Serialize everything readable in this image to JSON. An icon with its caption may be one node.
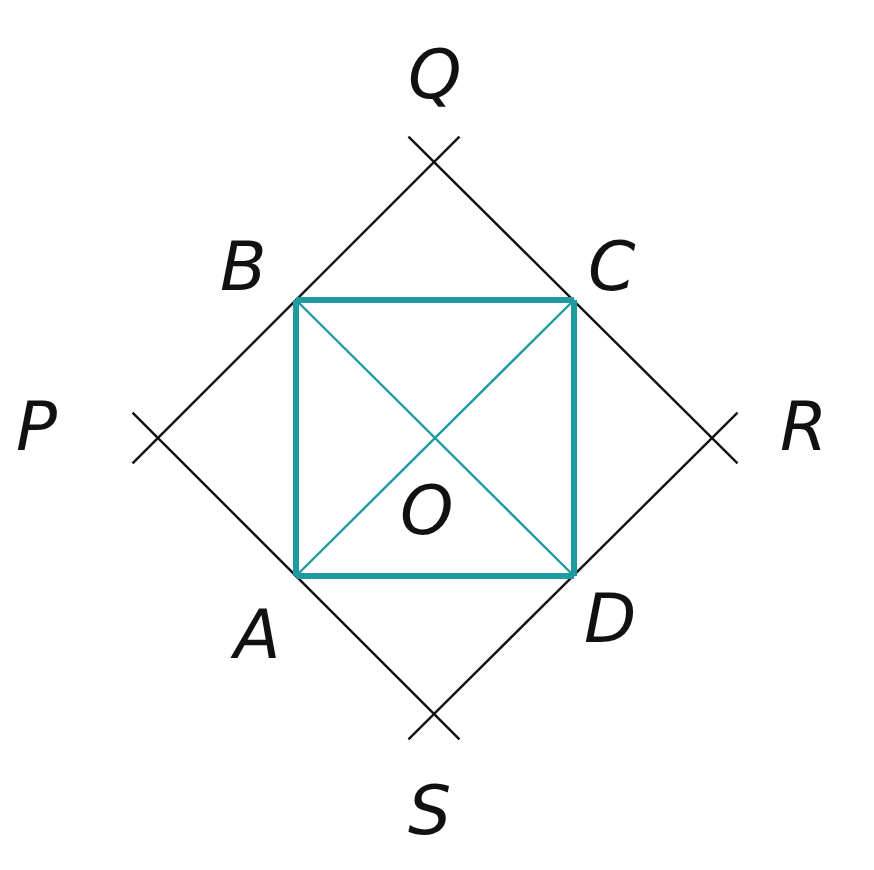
{
  "diagram": {
    "nodes": [
      {
        "text": [
          "Q"
        ]
      },
      {
        "text": [
          "B"
        ]
      },
      {
        "text": [
          "C"
        ]
      },
      {
        "text": [
          "P"
        ]
      },
      {
        "text": [
          "R"
        ]
      },
      {
        "text": [
          "A"
        ]
      },
      {
        "text": [
          "D"
        ]
      },
      {
        "text": [
          "S"
        ]
      }
    ],
    "edges": [
      {
        "from": 3,
        "to": 0,
        "arrow": "none",
        "color": "#111111"
      },
      {
        "from": 0,
        "to": 4,
        "arrow": "none",
        "color": "#111111"
      },
      {
        "from": 4,
        "to": 7,
        "arrow": "none",
        "color": "#111111"
      },
      {
        "from": 7,
        "to": 3,
        "arrow": "none",
        "color": "#111111"
      },
      {
        "from": 5,
        "to": 1,
        "arrow": "none",
        "style": "thick"
      },
      {
        "from": 1,
        "to": 2,
        "arrow": "none",
        "style": "thick"
      },
      {
        "from": 2,
        "to": 6,
        "arrow": "none",
        "style": "thick"
      },
      {
        "from": 6,
        "to": 5,
        "arrow": "none",
        "style": "thick"
      },
      {
        "from": 5,
        "to": 2,
        "arrow": "none"
      },
      {
        "from": 1,
        "to": 6,
        "arrow": "none"
      }
    ],
    "labels": [
      "O"
    ]
  }
}
